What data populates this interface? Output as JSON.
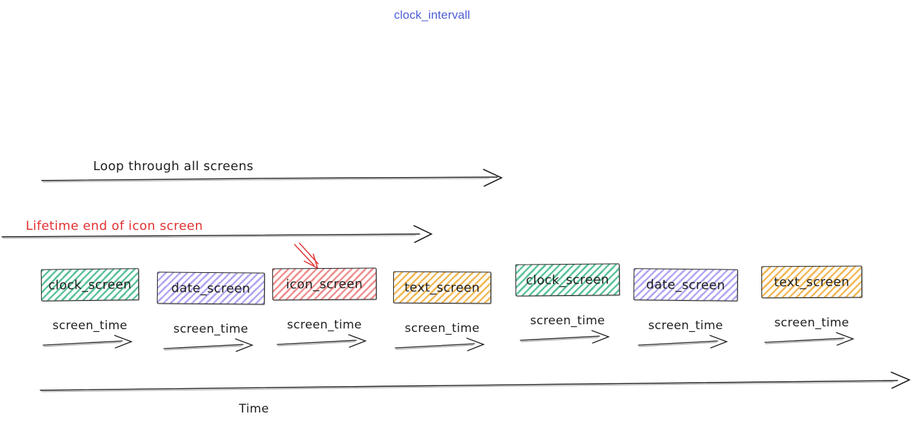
{
  "title": "clock_intervall",
  "colors": {
    "title_blue": "#4a5bd4",
    "ink": "#1e1e1e",
    "annotation_red": "#e03131",
    "green_fill": "#5bc39a",
    "purple_fill": "#b3a6f2",
    "red_fill": "#ef8f8f",
    "yellow_fill": "#f2b957"
  },
  "annotations": {
    "loop_label": "Loop through all screens",
    "lifetime_label": "Lifetime end of icon screen",
    "time_label": "Time"
  },
  "timeline": {
    "screen_time_label": "screen_time",
    "screens": [
      {
        "label": "clock_screen",
        "fill_key": "green_fill"
      },
      {
        "label": "date_screen",
        "fill_key": "purple_fill"
      },
      {
        "label": "icon_screen",
        "fill_key": "red_fill",
        "pointed_by_red_arrow": true
      },
      {
        "label": "text_screen",
        "fill_key": "yellow_fill"
      },
      {
        "label": "clock_screen",
        "fill_key": "green_fill"
      },
      {
        "label": "date_screen",
        "fill_key": "purple_fill"
      },
      {
        "label": "text_screen",
        "fill_key": "yellow_fill"
      }
    ]
  }
}
